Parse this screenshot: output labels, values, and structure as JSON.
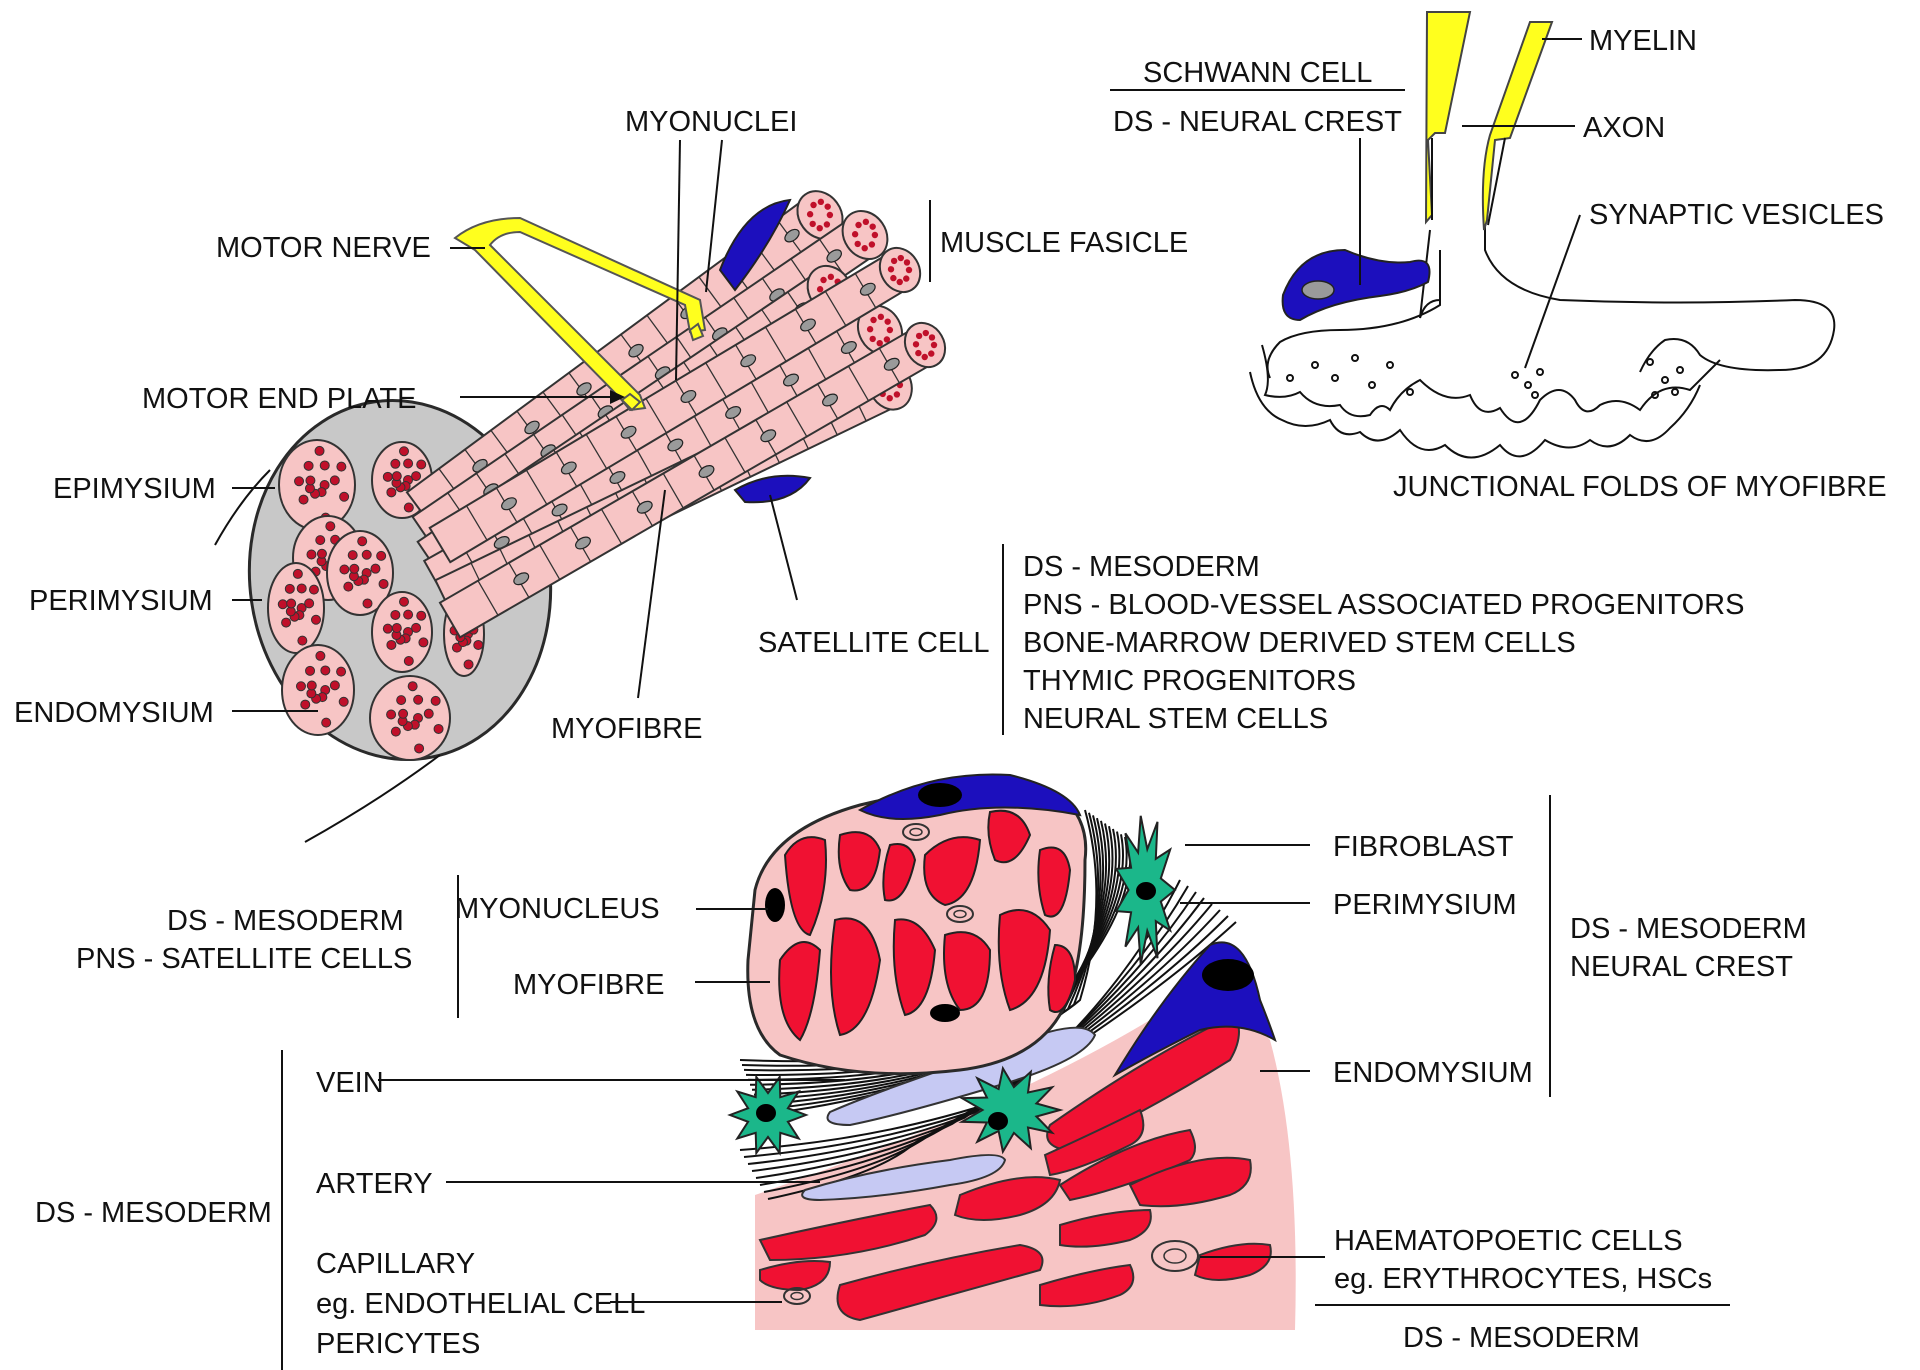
{
  "labels": {
    "myonuclei": "MYONUCLEI",
    "motor_nerve": "MOTOR NERVE",
    "muscle_fasicle": "MUSCLE FASICLE",
    "motor_end_plate": "MOTOR END PLATE",
    "epimysium": "EPIMYSIUM",
    "perimysium_top": "PERIMYSIUM",
    "endomysium_top": "ENDOMYSIUM",
    "myofibre_top": "MYOFIBRE",
    "satellite_cell": "SATELLITE CELL",
    "satellite_origins": [
      "DS - MESODERM",
      "PNS - BLOOD-VESSEL ASSOCIATED PROGENITORS",
      "BONE-MARROW DERIVED STEM CELLS",
      "THYMIC PROGENITORS",
      "NEURAL STEM CELLS"
    ],
    "schwann_cell": "SCHWANN CELL",
    "schwann_origin": "DS - NEURAL CREST",
    "myelin": "MYELIN",
    "axon": "AXON",
    "synaptic_vesicles": "SYNAPTIC VESICLES",
    "junctional_folds": "JUNCTIONAL FOLDS OF MYOFIBRE",
    "myonucleus_origin_1": "DS - MESODERM",
    "myonucleus_origin_2": "PNS - SATELLITE CELLS",
    "myonucleus": "MYONUCLEUS",
    "myofibre_bottom": "MYOFIBRE",
    "fibroblast": "FIBROBLAST",
    "perimysium_bottom": "PERIMYSIUM",
    "fibro_origin_1": "DS - MESODERM",
    "fibro_origin_2": "NEURAL CREST",
    "endomysium_bottom": "ENDOMYSIUM",
    "vein": "VEIN",
    "artery": "ARTERY",
    "vessel_origin": "DS - MESODERM",
    "capillary_1": "CAPILLARY",
    "capillary_2": "eg. ENDOTHELIAL CELL",
    "capillary_3": "PERICYTES",
    "haemato_1": "HAEMATOPOETIC CELLS",
    "haemato_2": "eg. ERYTHROCYTES, HSCs",
    "haemato_origin": "DS - MESODERM"
  },
  "colors": {
    "myelin": "#ffff1e",
    "schwann": "#1c0fbd",
    "muscle_pink": "#f7c5c5",
    "fibril_red": "#f01132",
    "endomysium_grey": "#c8c8c8",
    "vessel_lavender": "#c6c9f3",
    "fibroblast_green": "#1bb78a",
    "nucleus_black": "#000000"
  }
}
